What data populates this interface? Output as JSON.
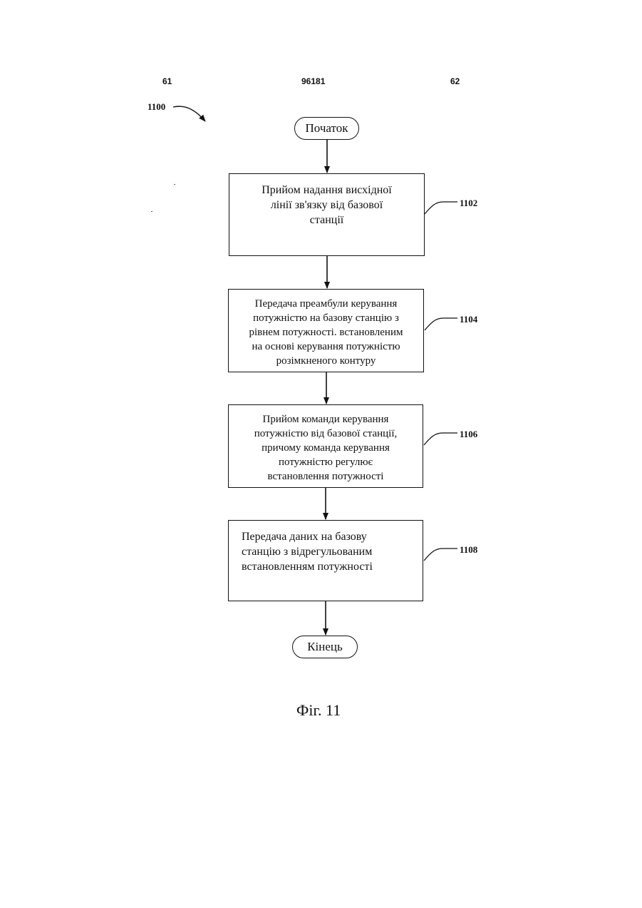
{
  "header": {
    "left_page": "61",
    "center_number": "96181",
    "right_page": "62"
  },
  "figure_ref": "1100",
  "flowchart": {
    "start_label": "Початок",
    "end_label": "Кінець",
    "steps": [
      {
        "ref": "1102",
        "lines": [
          "Прийом надання висхідної",
          "лінії зв'язку від базової",
          "станції"
        ]
      },
      {
        "ref": "1104",
        "lines": [
          "Передача преамбули керування",
          "потужністю на базову станцію з",
          "рівнем потужності. встановленим",
          "на основі керування потужністю",
          "розімкненого контуру"
        ]
      },
      {
        "ref": "1106",
        "lines": [
          "Прийом команди керування",
          "потужністю від базової станції,",
          "причому команда керування",
          "потужністю регулює",
          "встановлення потужності"
        ]
      },
      {
        "ref": "1108",
        "lines": [
          "Передача даних на базову",
          "станцію з відрегульованим",
          "встановленням потужності"
        ]
      }
    ]
  },
  "caption": "Фіг. 11"
}
